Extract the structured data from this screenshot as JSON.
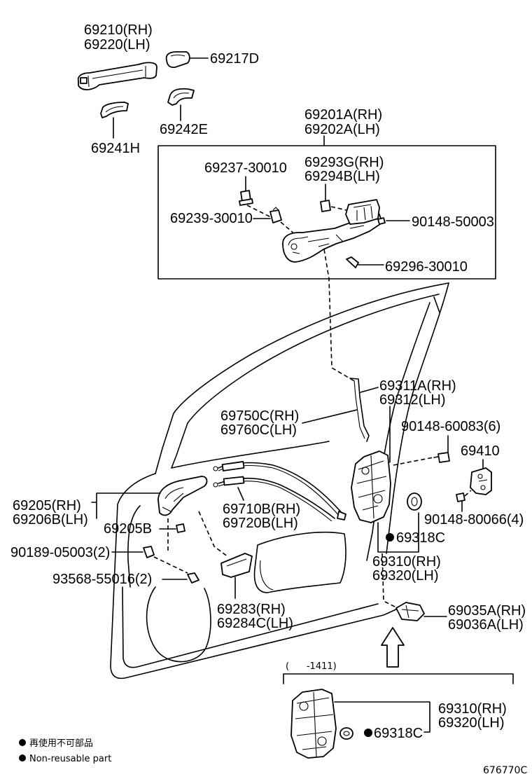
{
  "callouts": {
    "outside_handle": [
      "69210(RH)",
      "69220(LH)"
    ],
    "handle_cover": "69217D",
    "handle_pad_a": "69242E",
    "handle_pad_b": "69241H",
    "frame_assy": [
      "69201A(RH)",
      "69202A(LH)"
    ],
    "clip_a": "69237-30010",
    "cylinder_lever": [
      "69293G(RH)",
      "69294B(LH)"
    ],
    "clip_b": "69239-30010",
    "screw_a": "90148-50003",
    "screw_b": "69296-30010",
    "link_rod": [
      "69311A(RH)",
      "69312(LH)"
    ],
    "lock_cable": [
      "69750C(RH)",
      "69760C(LH)"
    ],
    "striker_screw": "90148-60083(6)",
    "striker": "69410",
    "inside_handle": [
      "69205(RH)",
      "69206B(LH)"
    ],
    "control_cable": [
      "69710B(RH)",
      "69720B(LH)"
    ],
    "inside_handle_sub": "69205B",
    "striker_screw_b": "90148-80066(4)",
    "washer": "69318C",
    "clip_c": "90189-05003(2)",
    "lock_assy": [
      "69310(RH)",
      "69320(LH)"
    ],
    "screw_c": "93568-55016(2)",
    "handle_bracket": [
      "69283(RH)",
      "69284C(LH)"
    ],
    "latch_cover": [
      "69035A(RH)",
      "69036A(LH)"
    ]
  },
  "variant": {
    "range": "(      -1411)",
    "lock_assy": [
      "69310(RH)",
      "69320(LH)"
    ],
    "washer": "69318C"
  },
  "legend": {
    "ja": "再使用不可部品",
    "en": "Non-reusable part"
  },
  "figure_id": "676770C"
}
